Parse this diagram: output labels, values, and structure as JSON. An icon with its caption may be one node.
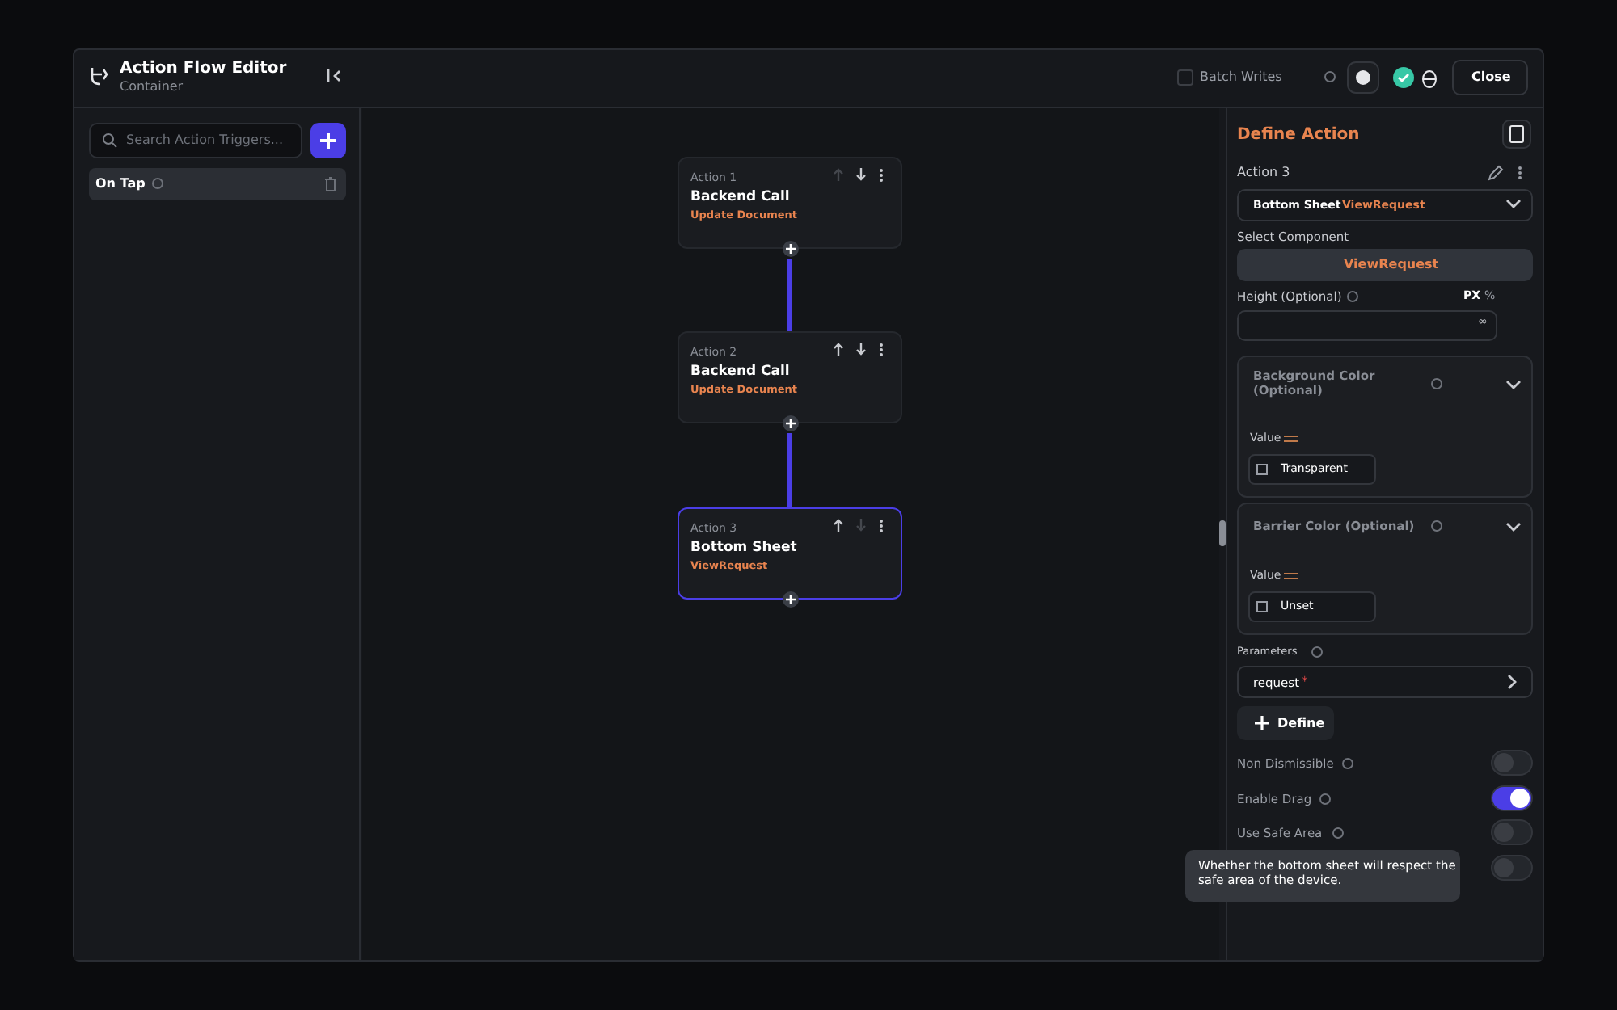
{
  "diagram": {
    "nodes": [
      {
        "text": [
          "Action 1",
          "Backend Call",
          "Update Document"
        ]
      },
      {
        "text": [
          "Action 2",
          "Backend Call",
          "Update Document"
        ]
      },
      {
        "text": [
          "Action 3",
          "Bottom Sheet",
          "ViewRequest"
        ]
      }
    ],
    "edges": [
      {
        "from": 0,
        "to": 1,
        "arrow": "none"
      },
      {
        "from": 1,
        "to": 2,
        "arrow": "none"
      }
    ],
    "labels": [
      "Action Flow Editor",
      "Container",
      "Search Action Triggers...",
      "On Tap",
      "Batch Writes",
      "Close",
      "Define Action",
      "Action 3",
      "Bottom Sheet",
      "ViewRequest",
      "Select Component",
      "ViewRequest",
      "Height (Optional)",
      "PX",
      "%",
      "∞",
      "Background Color (Optional)",
      "Value",
      "Transparent",
      "Barrier Color (Optional)",
      "Value",
      "Unset",
      "Parameters",
      "request",
      "*",
      "Define",
      "Non Dismissible",
      "Enable Drag",
      "Use Safe Area",
      "Whether the bottom sheet will respect the safe area of the device."
    ]
  }
}
